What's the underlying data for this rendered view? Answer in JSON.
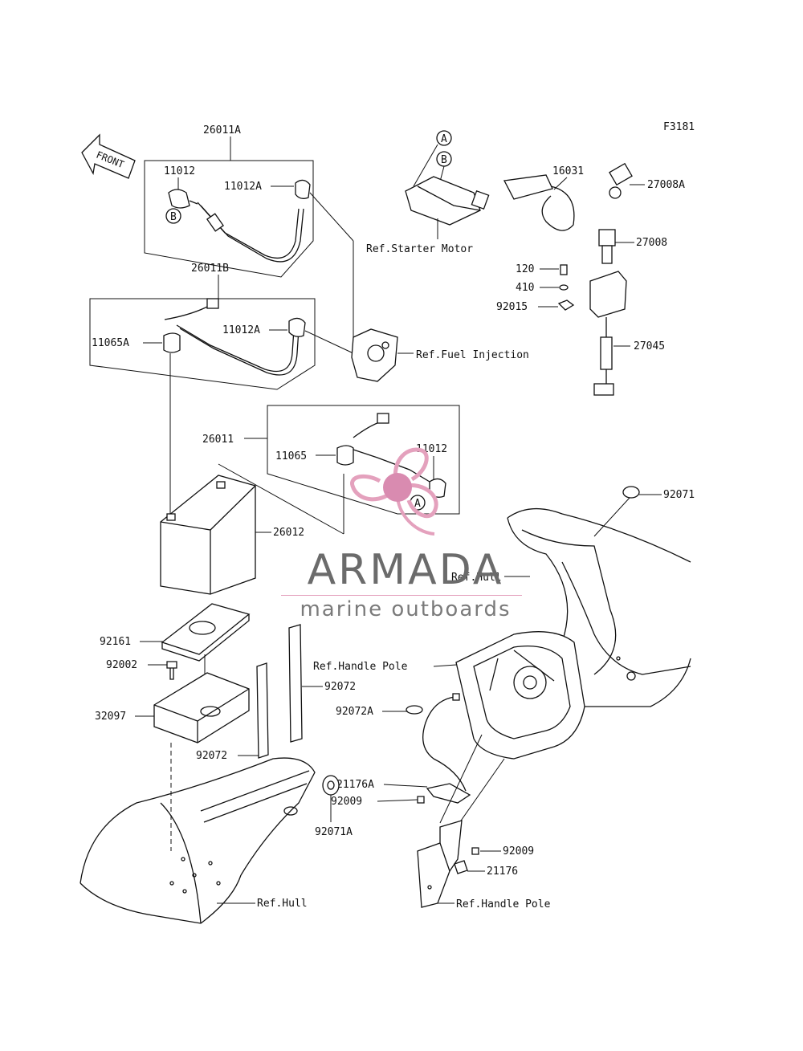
{
  "figure_code": "F3181",
  "front_arrow_label": "FRONT",
  "part_numbers": {
    "p26011A": "26011A",
    "p11012_top": "11012",
    "p11012A_top": "11012A",
    "p26011B": "26011B",
    "p11065A": "11065A",
    "p11012A_mid": "11012A",
    "p26011": "26011",
    "p11065": "11065",
    "p11012_mid": "11012",
    "p26012": "26012",
    "p16031": "16031",
    "p27008A": "27008A",
    "p27008": "27008",
    "p120": "120",
    "p410": "410",
    "p92015": "92015",
    "p27045": "27045",
    "p92071": "92071",
    "p92161": "92161",
    "p92002": "92002",
    "p32097": "32097",
    "p92072_right": "92072",
    "p92072_left": "92072",
    "p92072A": "92072A",
    "p21176A": "21176A",
    "p92009_left": "92009",
    "p92071A": "92071A",
    "p92009_right": "92009",
    "p21176": "21176"
  },
  "references": {
    "starter_motor": "Ref.Starter Motor",
    "fuel_injection": "Ref.Fuel Injection",
    "hull_upper": "Ref.Hull",
    "handle_pole_upper": "Ref.Handle Pole",
    "hull_lower": "Ref.Hull",
    "handle_pole_lower": "Ref.Handle Pole"
  },
  "callouts": {
    "a_top": "A",
    "b_top": "B",
    "b_left": "B",
    "a_mid": "A"
  },
  "watermark": {
    "brand": "ARMADA",
    "tagline": "marine outboards",
    "colors": {
      "pink": "#e4a1bd",
      "pink_dark": "#d98bb0",
      "gray": "#6b6b6b"
    }
  }
}
